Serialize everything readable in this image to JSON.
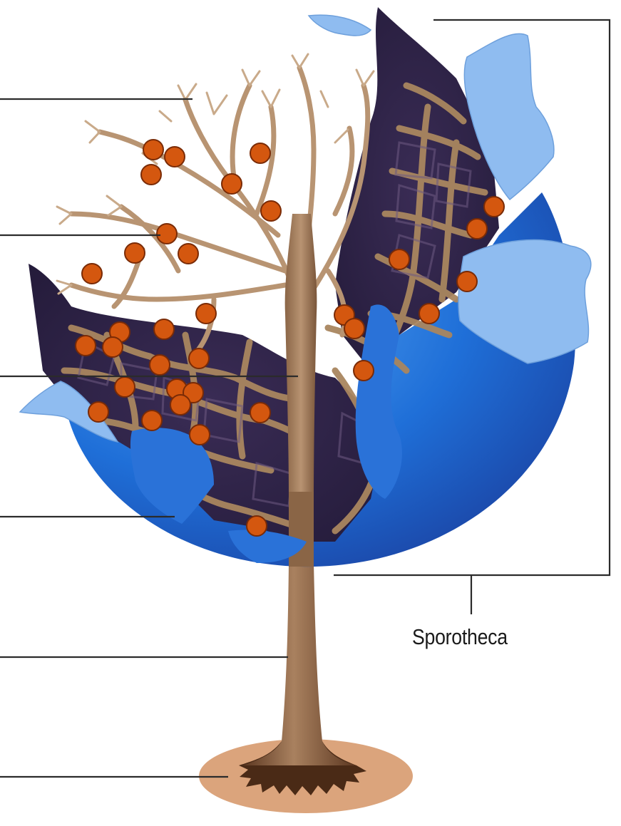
{
  "diagram": {
    "labels": {
      "sporotheca": "Sporotheca"
    },
    "colors": {
      "peridium_blue": "#2f7be0",
      "peridium_light": "#8fbcf0",
      "capillitium_brown": "#a9865f",
      "stalk_brown": "#7a4e2e",
      "spore_orange": "#d4570f",
      "interior_dark": "#2c2244",
      "hypothallus_tan": "#dba47c"
    },
    "icons": [
      "spore-dot",
      "leader-line",
      "bracket"
    ]
  }
}
